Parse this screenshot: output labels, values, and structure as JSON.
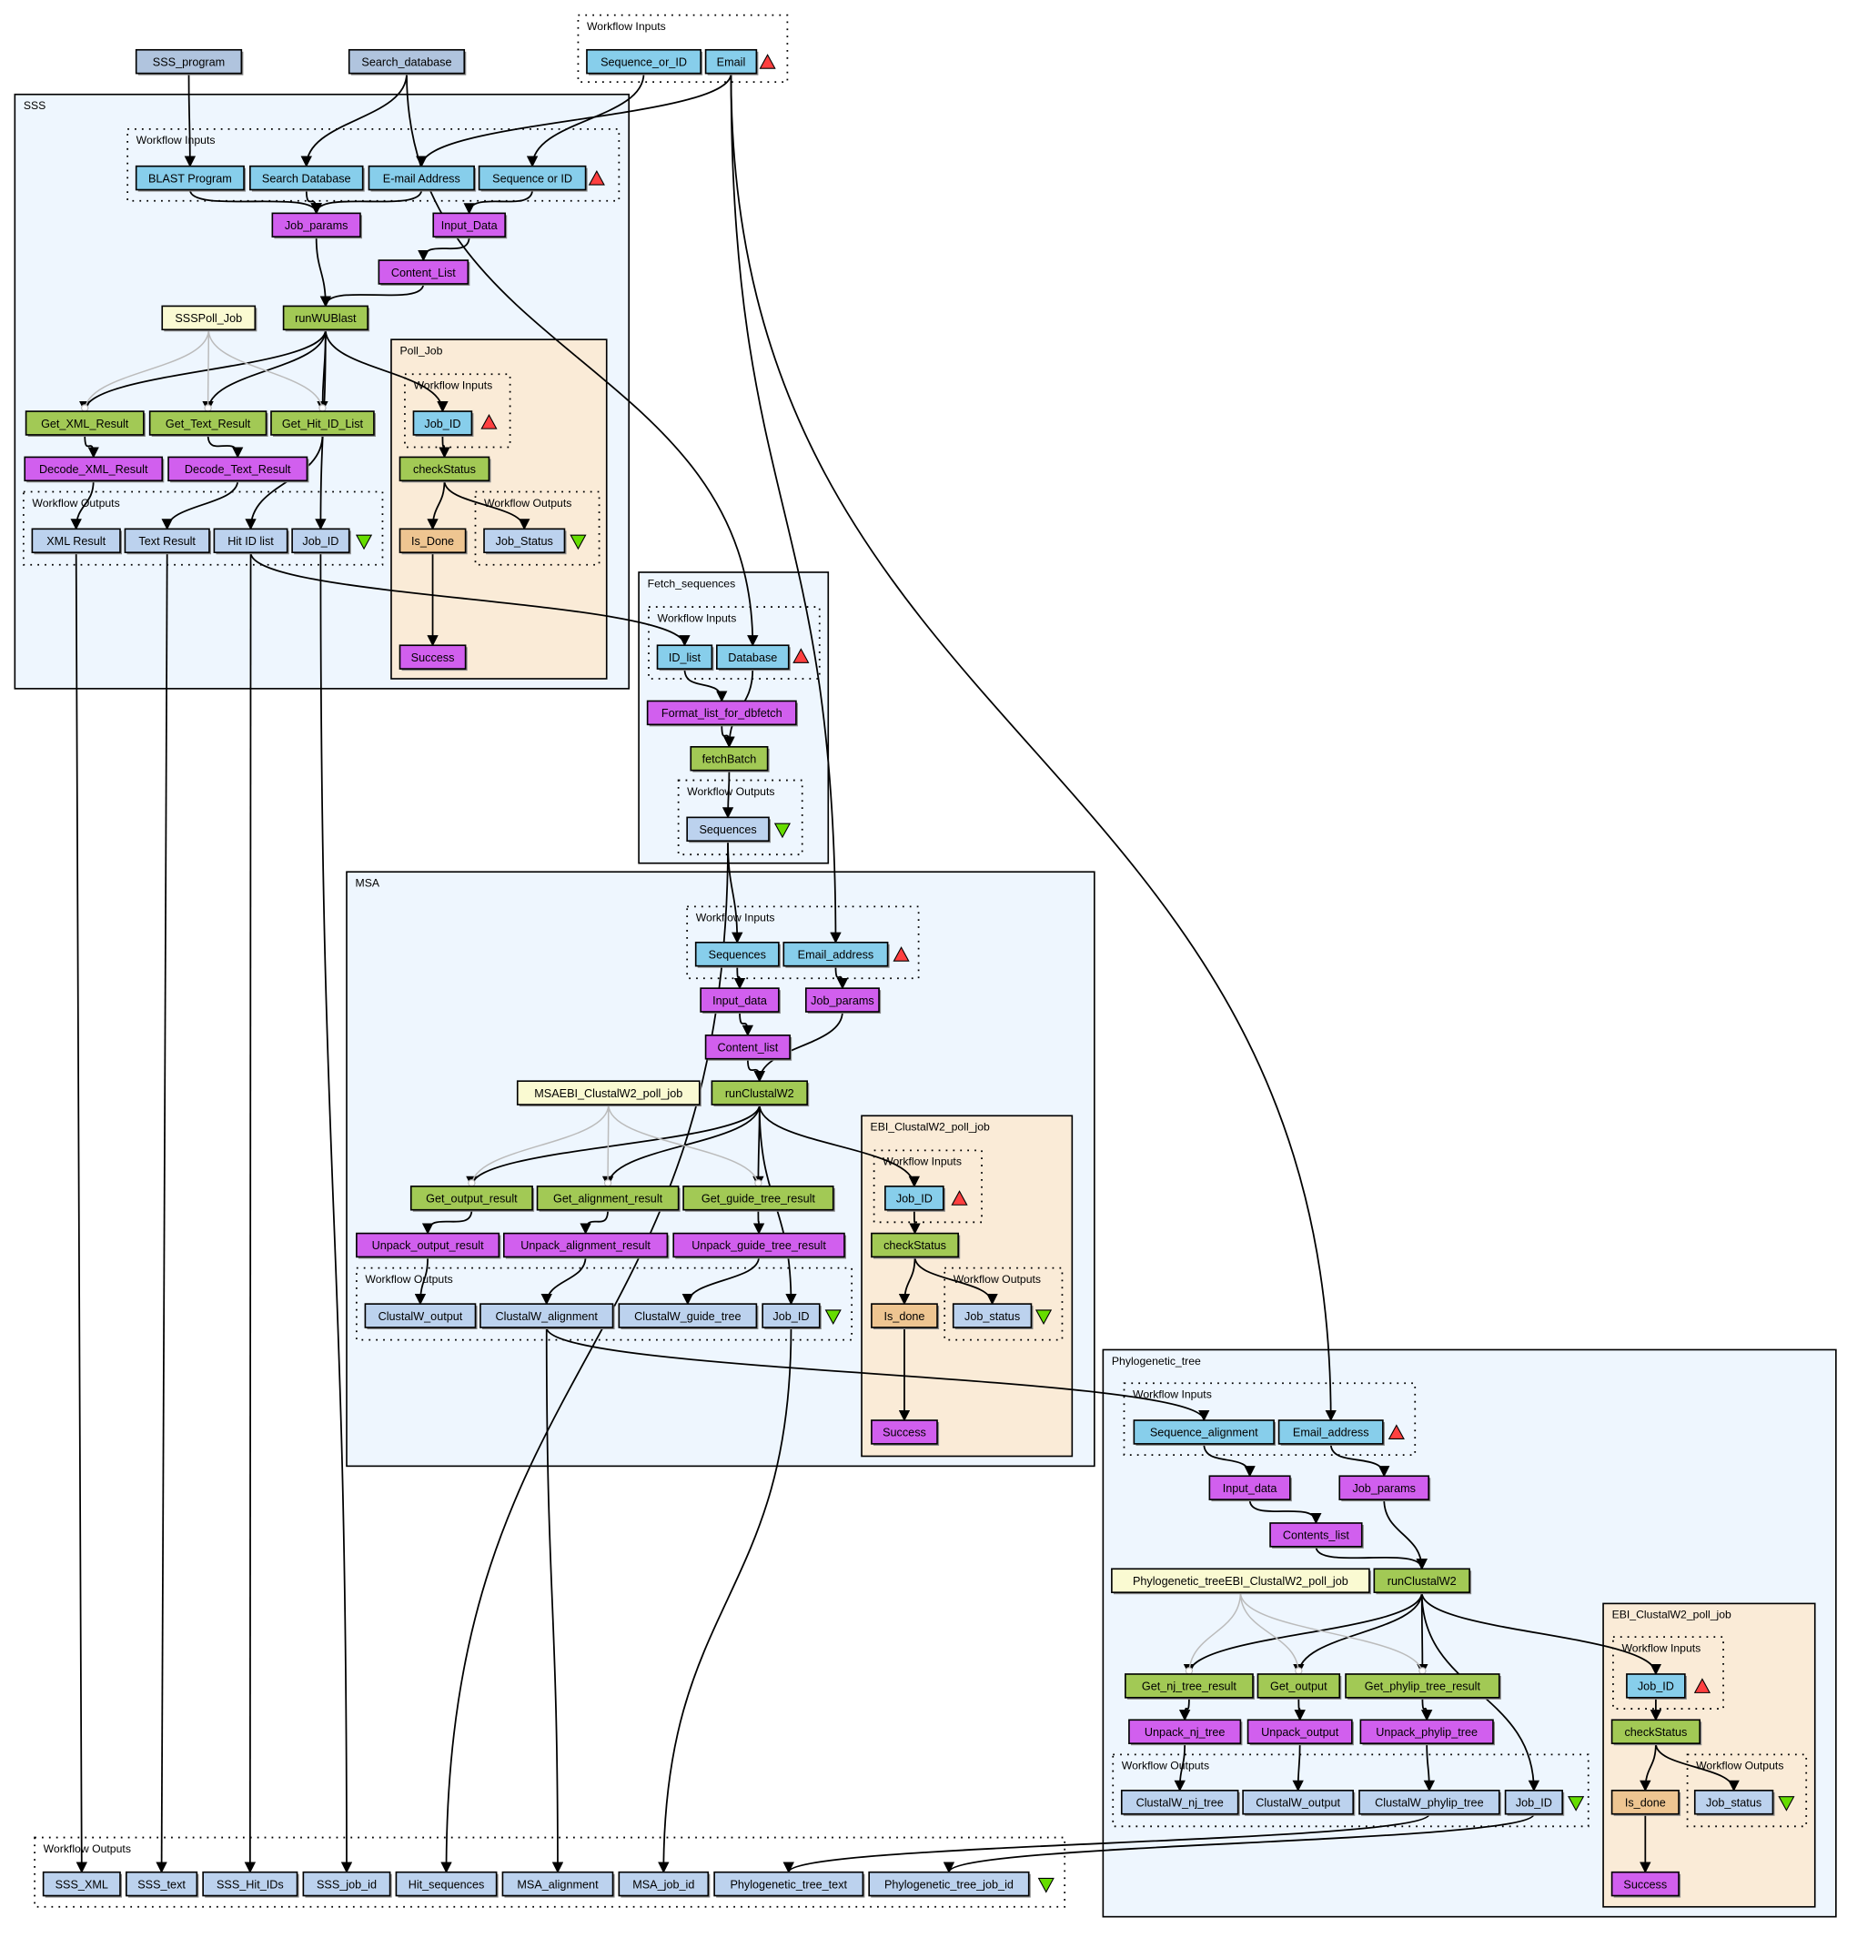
{
  "colors": {
    "input": "#87ceeb",
    "top_input": "#b0c4de",
    "output": "#bcd2ee",
    "beanshell": "#d15fee",
    "service": "#a2c955",
    "poll": "#fafad2",
    "state": "#eec591",
    "cluster": "#eef6fe",
    "poll_cluster": "#faebd7",
    "input_marker": "#ff4040",
    "output_marker": "#66dd00",
    "edge": "#000000",
    "control_edge": "#bbbbbb"
  },
  "clusters": [
    {
      "id": "top_wi",
      "label": "Workflow Inputs",
      "kind": "dotted"
    },
    {
      "id": "sss",
      "label": "SSS",
      "kind": "solid"
    },
    {
      "id": "sss_wi",
      "label": "Workflow Inputs",
      "kind": "dotted"
    },
    {
      "id": "poll",
      "label": "Poll_Job",
      "kind": "poll"
    },
    {
      "id": "poll_wi",
      "label": "Workflow Inputs",
      "kind": "dotted"
    },
    {
      "id": "poll_wo",
      "label": "Workflow Outputs",
      "kind": "dotted"
    },
    {
      "id": "sss_wo",
      "label": "Workflow Outputs",
      "kind": "dotted"
    },
    {
      "id": "fetch",
      "label": "Fetch_sequences",
      "kind": "solid"
    },
    {
      "id": "fetch_wi",
      "label": "Workflow Inputs",
      "kind": "dotted"
    },
    {
      "id": "fetch_wo",
      "label": "Workflow Outputs",
      "kind": "dotted"
    },
    {
      "id": "msa",
      "label": "MSA",
      "kind": "solid"
    },
    {
      "id": "msa_wi",
      "label": "Workflow Inputs",
      "kind": "dotted"
    },
    {
      "id": "msapoll",
      "label": "EBI_ClustalW2_poll_job",
      "kind": "poll"
    },
    {
      "id": "msapoll_wi",
      "label": "Workflow Inputs",
      "kind": "dotted"
    },
    {
      "id": "msapoll_wo",
      "label": "Workflow Outputs",
      "kind": "dotted"
    },
    {
      "id": "msa_wo",
      "label": "Workflow Outputs",
      "kind": "dotted"
    },
    {
      "id": "phy",
      "label": "Phylogenetic_tree",
      "kind": "solid"
    },
    {
      "id": "phy_wi",
      "label": "Workflow Inputs",
      "kind": "dotted"
    },
    {
      "id": "phypoll",
      "label": "EBI_ClustalW2_poll_job",
      "kind": "poll"
    },
    {
      "id": "phypoll_wi",
      "label": "Workflow Inputs",
      "kind": "dotted"
    },
    {
      "id": "phypoll_wo",
      "label": "Workflow Outputs",
      "kind": "dotted"
    },
    {
      "id": "phy_wo",
      "label": "Workflow Outputs",
      "kind": "dotted"
    },
    {
      "id": "bot_wo",
      "label": "Workflow Outputs",
      "kind": "dotted"
    }
  ],
  "nodes": [
    {
      "id": "sss_program",
      "label": "SSS_program",
      "kind": "top_input"
    },
    {
      "id": "search_database",
      "label": "Search_database",
      "kind": "top_input"
    },
    {
      "id": "sequence_or_id",
      "label": "Sequence_or_ID",
      "kind": "input"
    },
    {
      "id": "email",
      "label": "Email",
      "kind": "input"
    },
    {
      "id": "s_blast",
      "label": "BLAST Program",
      "kind": "input"
    },
    {
      "id": "s_searchdb",
      "label": "Search Database",
      "kind": "input"
    },
    {
      "id": "s_email",
      "label": "E-mail Address",
      "kind": "input"
    },
    {
      "id": "s_seq",
      "label": "Sequence or ID",
      "kind": "input"
    },
    {
      "id": "s_jobparams",
      "label": "Job_params",
      "kind": "beanshell"
    },
    {
      "id": "s_inputdata",
      "label": "Input_Data",
      "kind": "beanshell"
    },
    {
      "id": "s_contentlist",
      "label": "Content_List",
      "kind": "beanshell"
    },
    {
      "id": "s_pollnode",
      "label": "SSSPoll_Job",
      "kind": "poll"
    },
    {
      "id": "s_run",
      "label": "runWUBlast",
      "kind": "service"
    },
    {
      "id": "p_jobid",
      "label": "Job_ID",
      "kind": "input"
    },
    {
      "id": "p_check",
      "label": "checkStatus",
      "kind": "service"
    },
    {
      "id": "p_jobstatus",
      "label": "Job_Status",
      "kind": "output"
    },
    {
      "id": "p_isdone",
      "label": "Is_Done",
      "kind": "state"
    },
    {
      "id": "p_success",
      "label": "Success",
      "kind": "beanshell"
    },
    {
      "id": "s_getxml",
      "label": "Get_XML_Result",
      "kind": "service"
    },
    {
      "id": "s_gettext",
      "label": "Get_Text_Result",
      "kind": "service"
    },
    {
      "id": "s_gethit",
      "label": "Get_Hit_ID_List",
      "kind": "service"
    },
    {
      "id": "s_decxml",
      "label": "Decode_XML_Result",
      "kind": "beanshell"
    },
    {
      "id": "s_dectext",
      "label": "Decode_Text_Result",
      "kind": "beanshell"
    },
    {
      "id": "s_xmlres",
      "label": "XML Result",
      "kind": "output"
    },
    {
      "id": "s_textres",
      "label": "Text Result",
      "kind": "output"
    },
    {
      "id": "s_hitlist",
      "label": "Hit ID list",
      "kind": "output"
    },
    {
      "id": "s_jobid",
      "label": "Job_ID",
      "kind": "output"
    },
    {
      "id": "f_idlist",
      "label": "ID_list",
      "kind": "input"
    },
    {
      "id": "f_db",
      "label": "Database",
      "kind": "input"
    },
    {
      "id": "f_format",
      "label": "Format_list_for_dbfetch",
      "kind": "beanshell"
    },
    {
      "id": "f_fetch",
      "label": "fetchBatch",
      "kind": "service"
    },
    {
      "id": "f_seqs",
      "label": "Sequences",
      "kind": "output"
    },
    {
      "id": "m_seqs",
      "label": "Sequences",
      "kind": "input"
    },
    {
      "id": "m_email",
      "label": "Email_address",
      "kind": "input"
    },
    {
      "id": "m_inputdata",
      "label": "Input_data",
      "kind": "beanshell"
    },
    {
      "id": "m_jobparams",
      "label": "Job_params",
      "kind": "beanshell"
    },
    {
      "id": "m_contentlist",
      "label": "Content_list",
      "kind": "beanshell"
    },
    {
      "id": "m_pollnode",
      "label": "MSAEBI_ClustalW2_poll_job",
      "kind": "poll"
    },
    {
      "id": "m_run",
      "label": "runClustalW2",
      "kind": "service"
    },
    {
      "id": "mp_jobid",
      "label": "Job_ID",
      "kind": "input"
    },
    {
      "id": "mp_check",
      "label": "checkStatus",
      "kind": "service"
    },
    {
      "id": "mp_jobstatus",
      "label": "Job_status",
      "kind": "output"
    },
    {
      "id": "mp_isdone",
      "label": "Is_done",
      "kind": "state"
    },
    {
      "id": "mp_success",
      "label": "Success",
      "kind": "beanshell"
    },
    {
      "id": "m_getout",
      "label": "Get_output_result",
      "kind": "service"
    },
    {
      "id": "m_getaln",
      "label": "Get_alignment_result",
      "kind": "service"
    },
    {
      "id": "m_getguide",
      "label": "Get_guide_tree_result",
      "kind": "service"
    },
    {
      "id": "m_unpout",
      "label": "Unpack_output_result",
      "kind": "beanshell"
    },
    {
      "id": "m_unpaln",
      "label": "Unpack_alignment_result",
      "kind": "beanshell"
    },
    {
      "id": "m_unpguide",
      "label": "Unpack_guide_tree_result",
      "kind": "beanshell"
    },
    {
      "id": "m_cwout",
      "label": "ClustalW_output",
      "kind": "output"
    },
    {
      "id": "m_cwaln",
      "label": "ClustalW_alignment",
      "kind": "output"
    },
    {
      "id": "m_cwguide",
      "label": "ClustalW_guide_tree",
      "kind": "output"
    },
    {
      "id": "m_jobid",
      "label": "Job_ID",
      "kind": "output"
    },
    {
      "id": "t_seqaln",
      "label": "Sequence_alignment",
      "kind": "input"
    },
    {
      "id": "t_email",
      "label": "Email_address",
      "kind": "input"
    },
    {
      "id": "t_inputdata",
      "label": "Input_data",
      "kind": "beanshell"
    },
    {
      "id": "t_jobparams",
      "label": "Job_params",
      "kind": "beanshell"
    },
    {
      "id": "t_contentslist",
      "label": "Contents_list",
      "kind": "beanshell"
    },
    {
      "id": "t_pollnode",
      "label": "Phylogenetic_treeEBI_ClustalW2_poll_job",
      "kind": "poll"
    },
    {
      "id": "t_run",
      "label": "runClustalW2",
      "kind": "service"
    },
    {
      "id": "tp_jobid",
      "label": "Job_ID",
      "kind": "input"
    },
    {
      "id": "tp_check",
      "label": "checkStatus",
      "kind": "service"
    },
    {
      "id": "tp_jobstatus",
      "label": "Job_status",
      "kind": "output"
    },
    {
      "id": "tp_isdone",
      "label": "Is_done",
      "kind": "state"
    },
    {
      "id": "tp_success",
      "label": "Success",
      "kind": "beanshell"
    },
    {
      "id": "t_getnj",
      "label": "Get_nj_tree_result",
      "kind": "service"
    },
    {
      "id": "t_getout",
      "label": "Get_output",
      "kind": "service"
    },
    {
      "id": "t_getphy",
      "label": "Get_phylip_tree_result",
      "kind": "service"
    },
    {
      "id": "t_unpnj",
      "label": "Unpack_nj_tree",
      "kind": "beanshell"
    },
    {
      "id": "t_unpout",
      "label": "Unpack_output",
      "kind": "beanshell"
    },
    {
      "id": "t_unpphy",
      "label": "Unpack_phylip_tree",
      "kind": "beanshell"
    },
    {
      "id": "t_cwnj",
      "label": "ClustalW_nj_tree",
      "kind": "output"
    },
    {
      "id": "t_cwout",
      "label": "ClustalW_output",
      "kind": "output"
    },
    {
      "id": "t_cwphy",
      "label": "ClustalW_phylip_tree",
      "kind": "output"
    },
    {
      "id": "t_jobid",
      "label": "Job_ID",
      "kind": "output"
    },
    {
      "id": "o_sssxml",
      "label": "SSS_XML",
      "kind": "output"
    },
    {
      "id": "o_ssstext",
      "label": "SSS_text",
      "kind": "output"
    },
    {
      "id": "o_ssshit",
      "label": "SSS_Hit_IDs",
      "kind": "output"
    },
    {
      "id": "o_sssjob",
      "label": "SSS_job_id",
      "kind": "output"
    },
    {
      "id": "o_hitseq",
      "label": "Hit_sequences",
      "kind": "output"
    },
    {
      "id": "o_msaaln",
      "label": "MSA_alignment",
      "kind": "output"
    },
    {
      "id": "o_msajob",
      "label": "MSA_job_id",
      "kind": "output"
    },
    {
      "id": "o_phytext",
      "label": "Phylogenetic_tree_text",
      "kind": "output"
    },
    {
      "id": "o_phyjob",
      "label": "Phylogenetic_tree_job_id",
      "kind": "output"
    }
  ],
  "edges": [
    [
      "sss_program",
      "s_blast"
    ],
    [
      "search_database",
      "s_searchdb"
    ],
    [
      "search_database",
      "f_db"
    ],
    [
      "sequence_or_id",
      "s_seq"
    ],
    [
      "email",
      "s_email"
    ],
    [
      "email",
      "m_email"
    ],
    [
      "email",
      "t_email"
    ],
    [
      "s_blast",
      "s_jobparams"
    ],
    [
      "s_searchdb",
      "s_jobparams"
    ],
    [
      "s_email",
      "s_jobparams"
    ],
    [
      "s_seq",
      "s_inputdata"
    ],
    [
      "s_inputdata",
      "s_contentlist"
    ],
    [
      "s_jobparams",
      "s_run"
    ],
    [
      "s_contentlist",
      "s_run"
    ],
    [
      "s_run",
      "s_getxml"
    ],
    [
      "s_run",
      "s_gettext"
    ],
    [
      "s_run",
      "s_gethit"
    ],
    [
      "s_run",
      "p_jobid"
    ],
    [
      "s_run",
      "s_jobid"
    ],
    [
      "s_pollnode",
      "s_getxml",
      "control"
    ],
    [
      "s_pollnode",
      "s_gettext",
      "control"
    ],
    [
      "s_pollnode",
      "s_gethit",
      "control"
    ],
    [
      "s_getxml",
      "s_decxml"
    ],
    [
      "s_decxml",
      "s_xmlres"
    ],
    [
      "s_gettext",
      "s_dectext"
    ],
    [
      "s_dectext",
      "s_textres"
    ],
    [
      "s_gethit",
      "s_hitlist"
    ],
    [
      "p_jobid",
      "p_check"
    ],
    [
      "p_check",
      "p_isdone"
    ],
    [
      "p_check",
      "p_jobstatus"
    ],
    [
      "p_isdone",
      "p_success"
    ],
    [
      "s_hitlist",
      "f_idlist"
    ],
    [
      "s_xmlres",
      "o_sssxml"
    ],
    [
      "s_textres",
      "o_ssstext"
    ],
    [
      "s_hitlist",
      "o_ssshit"
    ],
    [
      "s_jobid",
      "o_sssjob"
    ],
    [
      "f_idlist",
      "f_format"
    ],
    [
      "f_format",
      "f_fetch"
    ],
    [
      "f_db",
      "f_fetch"
    ],
    [
      "f_fetch",
      "f_seqs"
    ],
    [
      "f_seqs",
      "m_seqs"
    ],
    [
      "f_seqs",
      "o_hitseq"
    ],
    [
      "m_seqs",
      "m_inputdata"
    ],
    [
      "m_email",
      "m_jobparams"
    ],
    [
      "m_inputdata",
      "m_contentlist"
    ],
    [
      "m_contentlist",
      "m_run"
    ],
    [
      "m_jobparams",
      "m_run"
    ],
    [
      "m_run",
      "m_getout"
    ],
    [
      "m_run",
      "m_getaln"
    ],
    [
      "m_run",
      "m_getguide"
    ],
    [
      "m_run",
      "mp_jobid"
    ],
    [
      "m_run",
      "m_jobid"
    ],
    [
      "m_pollnode",
      "m_getout",
      "control"
    ],
    [
      "m_pollnode",
      "m_getaln",
      "control"
    ],
    [
      "m_pollnode",
      "m_getguide",
      "control"
    ],
    [
      "m_getout",
      "m_unpout"
    ],
    [
      "m_getaln",
      "m_unpaln"
    ],
    [
      "m_getguide",
      "m_unpguide"
    ],
    [
      "m_unpout",
      "m_cwout"
    ],
    [
      "m_unpaln",
      "m_cwaln"
    ],
    [
      "m_unpguide",
      "m_cwguide"
    ],
    [
      "mp_jobid",
      "mp_check"
    ],
    [
      "mp_check",
      "mp_isdone"
    ],
    [
      "mp_check",
      "mp_jobstatus"
    ],
    [
      "mp_isdone",
      "mp_success"
    ],
    [
      "m_cwaln",
      "t_seqaln"
    ],
    [
      "m_cwaln",
      "o_msaaln"
    ],
    [
      "m_jobid",
      "o_msajob"
    ],
    [
      "t_seqaln",
      "t_inputdata"
    ],
    [
      "t_email",
      "t_jobparams"
    ],
    [
      "t_inputdata",
      "t_contentslist"
    ],
    [
      "t_contentslist",
      "t_run"
    ],
    [
      "t_jobparams",
      "t_run"
    ],
    [
      "t_run",
      "t_getnj"
    ],
    [
      "t_run",
      "t_getout"
    ],
    [
      "t_run",
      "t_getphy"
    ],
    [
      "t_run",
      "tp_jobid"
    ],
    [
      "t_run",
      "t_jobid"
    ],
    [
      "t_pollnode",
      "t_getnj",
      "control"
    ],
    [
      "t_pollnode",
      "t_getout",
      "control"
    ],
    [
      "t_pollnode",
      "t_getphy",
      "control"
    ],
    [
      "t_getnj",
      "t_unpnj"
    ],
    [
      "t_getout",
      "t_unpout"
    ],
    [
      "t_getphy",
      "t_unpphy"
    ],
    [
      "t_unpnj",
      "t_cwnj"
    ],
    [
      "t_unpout",
      "t_cwout"
    ],
    [
      "t_unpphy",
      "t_cwphy"
    ],
    [
      "tp_jobid",
      "tp_check"
    ],
    [
      "tp_check",
      "tp_isdone"
    ],
    [
      "tp_check",
      "tp_jobstatus"
    ],
    [
      "tp_isdone",
      "tp_success"
    ],
    [
      "t_cwphy",
      "o_phytext"
    ],
    [
      "t_jobid",
      "o_phyjob"
    ]
  ]
}
